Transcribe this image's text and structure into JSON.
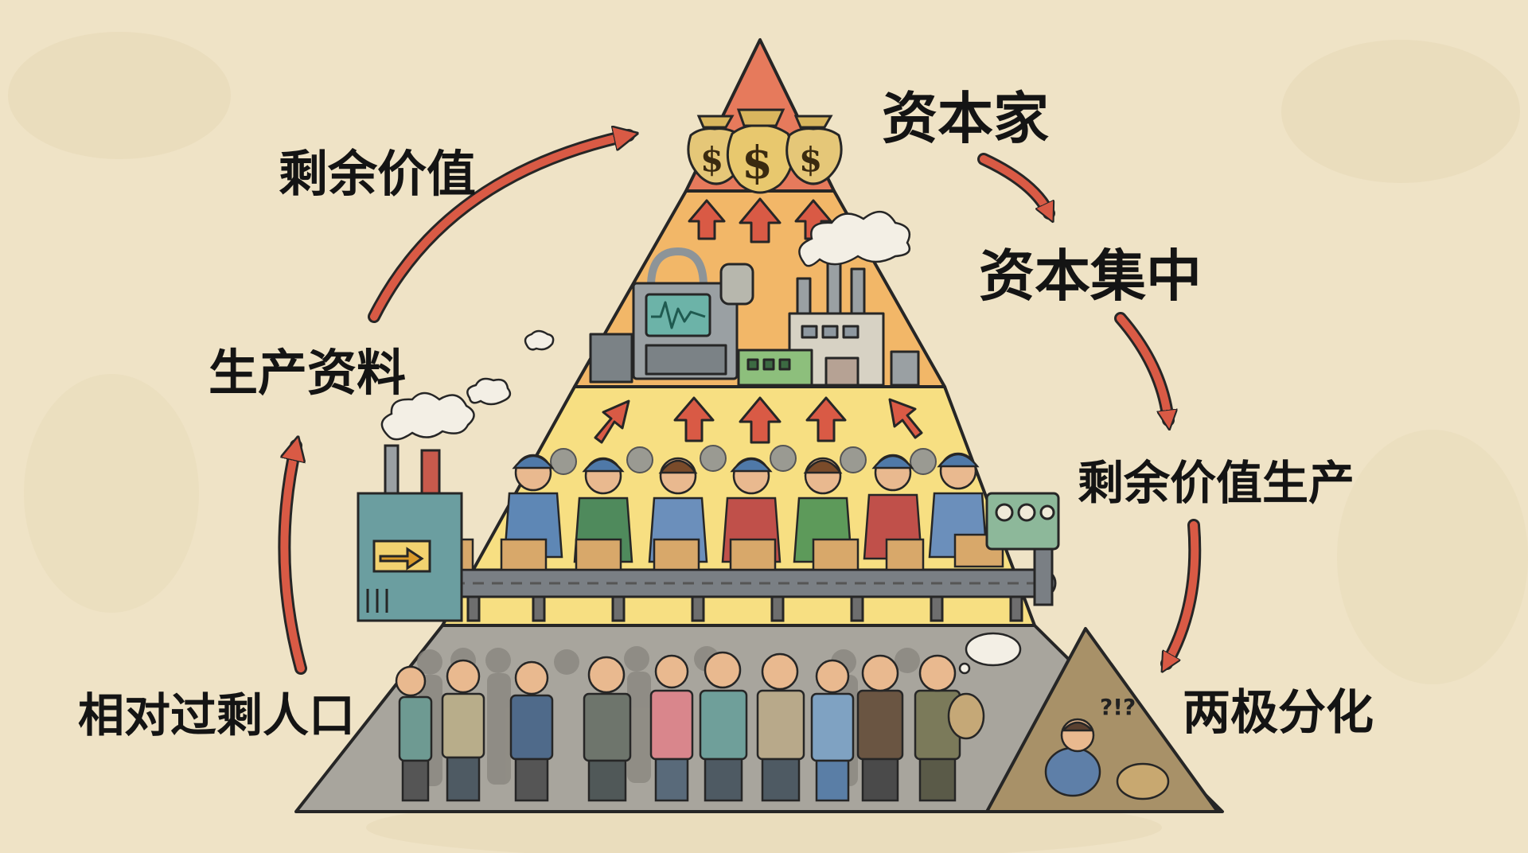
{
  "labels": {
    "capitalist": "资本家",
    "surplus_value": "剩余价值",
    "capital_concentration": "资本集中",
    "means_of_production": "生产资料",
    "surplus_value_production": "剩余价值生产",
    "relative_overpopulation": "相对过剩人口",
    "polarization": "两极分化"
  },
  "money_bags": {
    "symbol": "$"
  },
  "thought_bubble": {
    "text": "?!?"
  },
  "colors": {
    "paper": "#efe3c6",
    "tier_top": "#e67a5c",
    "tier_upper": "#f2b768",
    "tier_middle": "#f7df82",
    "tier_bottom": "#a8a59d",
    "arrow": "#d95a45",
    "outline": "#262626"
  },
  "icons": [
    "money-bag-icon",
    "factory-icon",
    "machine-icon",
    "conveyor-belt-icon",
    "worker-icon",
    "box-icon",
    "machine-input-icon",
    "up-arrow-icon",
    "curved-arrow-icon",
    "smoke-icon",
    "thought-bubble-icon"
  ]
}
